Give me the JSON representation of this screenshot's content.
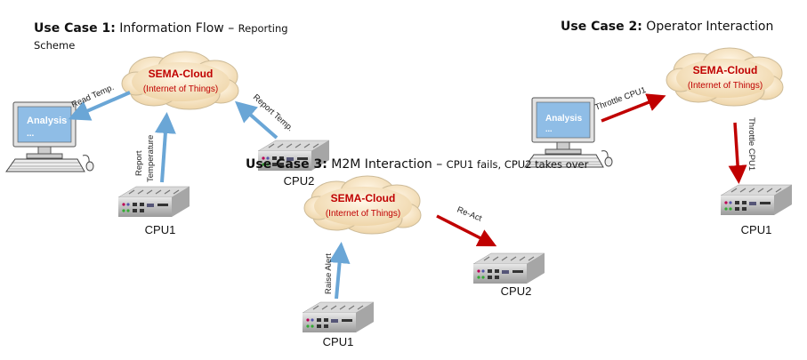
{
  "use_case_1": {
    "title_bold": "Use Case 1:",
    "title_main": "Information Flow",
    "title_dash": " – ",
    "subtitle_1": "Reporting",
    "subtitle_2": "Scheme",
    "cloud": {
      "title": "SEMA-Cloud",
      "subtitle": "(Internet of Things)"
    },
    "monitor_label": "Analysis",
    "monitor_ellipsis": "...",
    "arrow_read": "Read Temp.",
    "arrow_report_1": "Report",
    "arrow_report_2": "Temperature",
    "arrow_report_temp": "Report Temp.",
    "cpu1": "CPU1",
    "cpu2": "CPU2"
  },
  "use_case_2": {
    "title_bold": "Use Case 2:",
    "title_main": " Operator Interaction",
    "cloud": {
      "title": "SEMA-Cloud",
      "subtitle": "(Internet of Things)"
    },
    "monitor_label": "Analysis",
    "monitor_ellipsis": "...",
    "arrow_throttle_1": "Throttle CPU1",
    "arrow_throttle_2": "Throttle CPU1",
    "cpu1": "CPU1"
  },
  "use_case_3": {
    "title_bold": "Use Case 3:",
    "title_main": " M2M Interaction",
    "title_dash": " – ",
    "subtitle": "CPU1 fails, CPU2 takes over",
    "cloud": {
      "title": "SEMA-Cloud",
      "subtitle": "(Internet of Things)"
    },
    "arrow_alert": "Raise Alert",
    "arrow_react": "Re-Act",
    "cpu1": "CPU1",
    "cpu2": "CPU2"
  },
  "colors": {
    "info_arrow": "#6aa6d6",
    "control_arrow": "#c00000",
    "cloud_fill": "#f6e2c0",
    "cloud_text": "#c00000",
    "screen": "#8fbde6"
  }
}
